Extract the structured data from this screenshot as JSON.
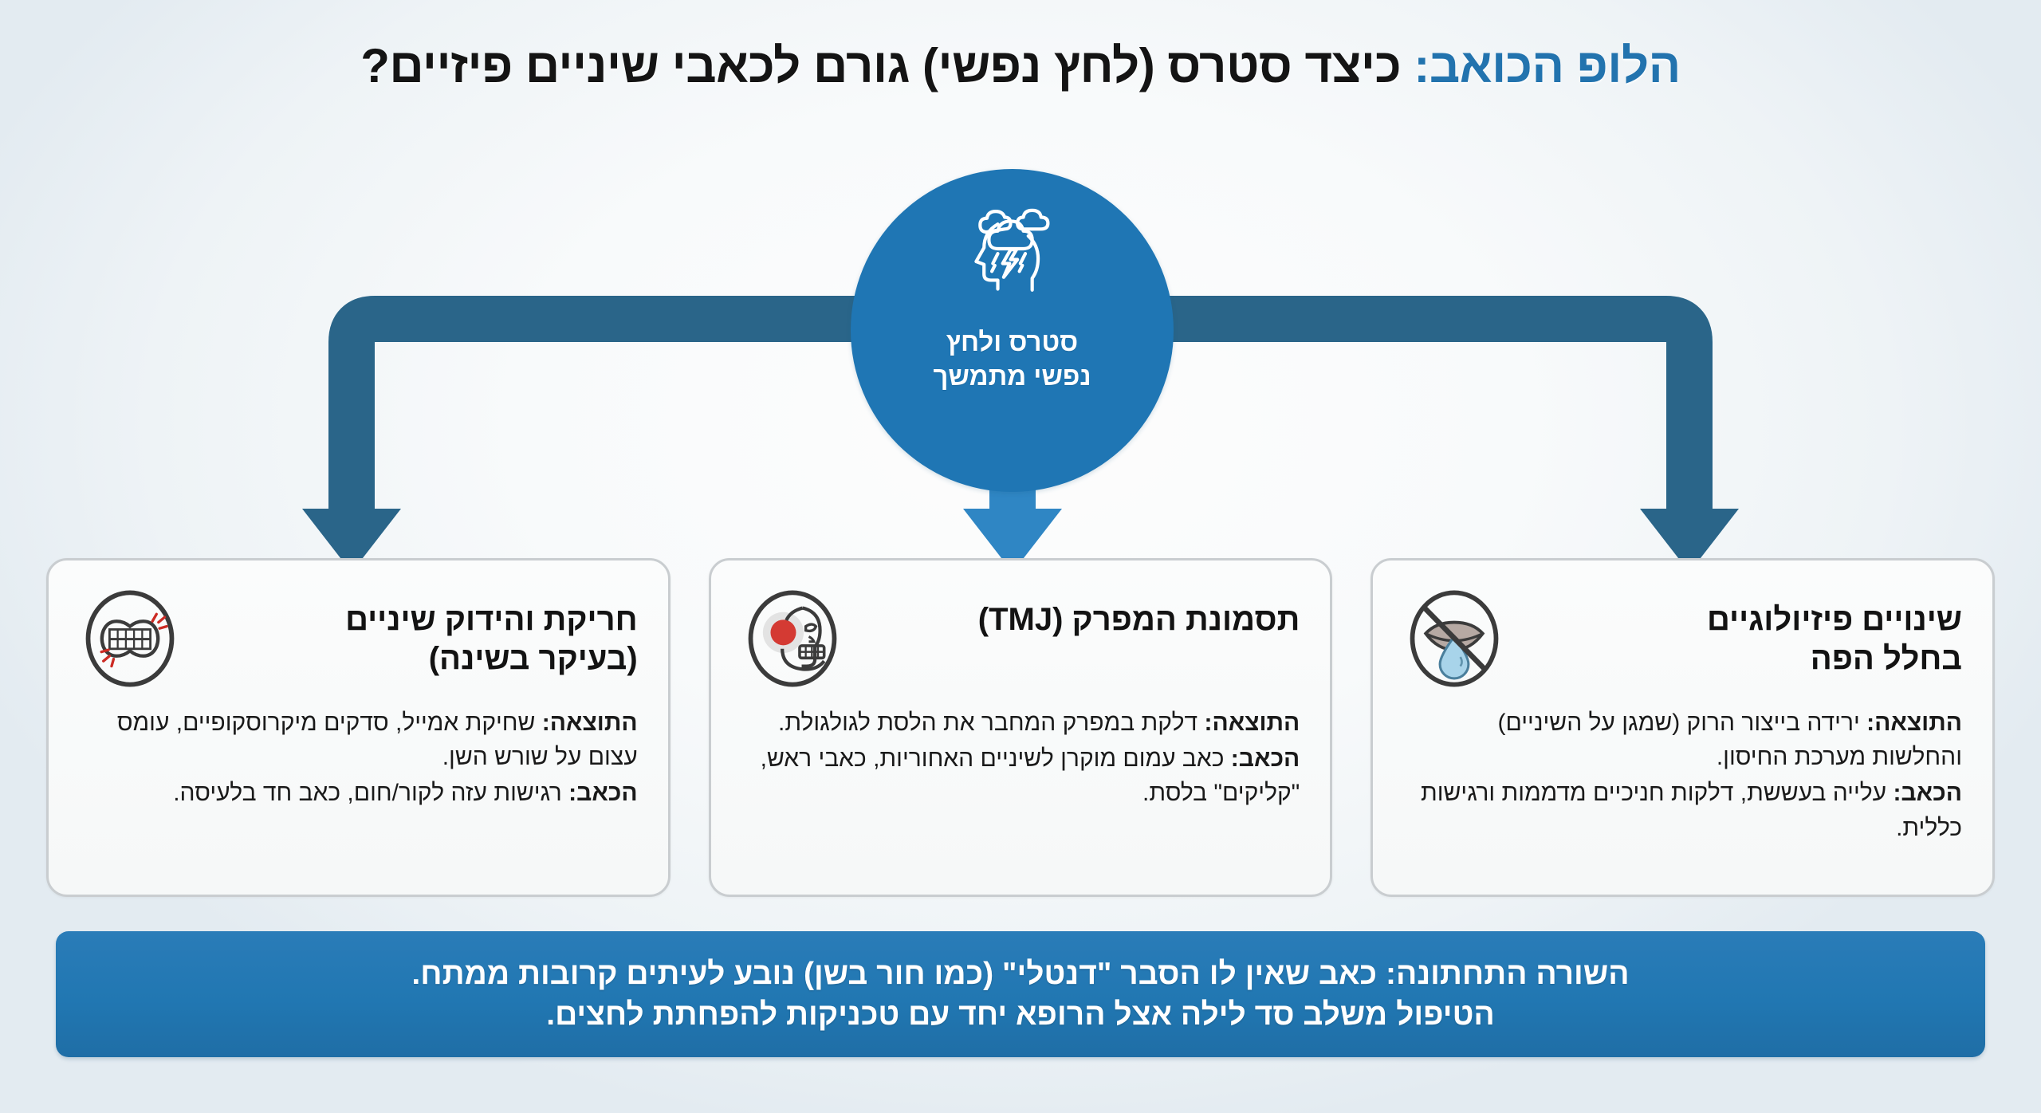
{
  "title": {
    "accent": "הלופ הכואב:",
    "rest": "כיצד סטרס (לחץ נפשי) גורם לכאבי שיניים פיזיים?"
  },
  "hub": {
    "icon": "head-with-storm-cloud-icon",
    "label_line1": "סטרס ולחץ",
    "label_line2": "נפשי מתמשך",
    "color": "#1f76b4"
  },
  "connector": {
    "arm_color": "#2a6589",
    "center_arrow_color": "#2f86c4"
  },
  "cards": [
    {
      "icon": "no-saliva-dry-mouth-icon",
      "title_line1": "שינויים פיזיולוגיים",
      "title_line2": "בחלל הפה",
      "result_label": "התוצאה:",
      "result_text": " ירידה בייצור הרוק (שמגן על השיניים) והחלשות מערכת החיסון.",
      "pain_label": "הכאב:",
      "pain_text": " עלייה בעששת, דלקות חניכיים מדממות ורגישות כללית."
    },
    {
      "icon": "skull-tmj-pain-icon",
      "title_line1": "תסמונת המפרק (TMJ)",
      "title_line2": "",
      "result_label": "התוצאה:",
      "result_text": " דלקת במפרק המחבר את הלסת לגולגולת.",
      "pain_label": "הכאב:",
      "pain_text": " כאב עמום מוקרן לשיניים האחוריות, כאבי ראש, \"קליקים\" בלסת."
    },
    {
      "icon": "clenched-teeth-bruxism-icon",
      "title_line1": "חריקת והידוק שיניים",
      "title_line2": "(בעיקר בשינה)",
      "result_label": "התוצאה:",
      "result_text": " שחיקת אמייל, סדקים מיקרוסקופיים, עומס עצום על שורש השן.",
      "pain_label": "הכאב:",
      "pain_text": " רגישות עזה לקור/חום, כאב חד בלעיסה."
    }
  ],
  "banner": {
    "line1": "השורה התחתונה: כאב שאין לו הסבר \"דנטלי\" (כמו חור בשן) נובע לעיתים קרובות ממתח.",
    "line2": "הטיפול משלב סד לילה אצל הרופא יחד עם טכניקות להפחתת לחצים.",
    "color": "#2177b2"
  }
}
